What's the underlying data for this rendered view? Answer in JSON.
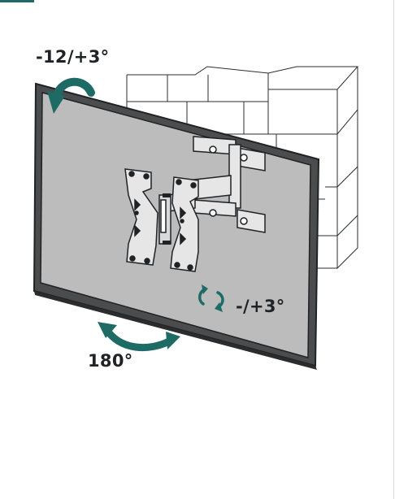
{
  "labels": {
    "tilt": "-12/+3°",
    "swivel": "-/+3°",
    "rotation": "180°"
  },
  "colors": {
    "accent": "#1e6b66",
    "screen": "#bcbcbc",
    "frame": "#4a4c4e",
    "outline": "#1f2326",
    "wall": "#ffffff",
    "mount": "#e6e6e6"
  },
  "icons": {
    "tilt_arrow": "curved-arrow-icon",
    "swivel_arrow": "rotate-arrows-icon",
    "rotation_arrow": "double-curved-arrow-icon"
  }
}
